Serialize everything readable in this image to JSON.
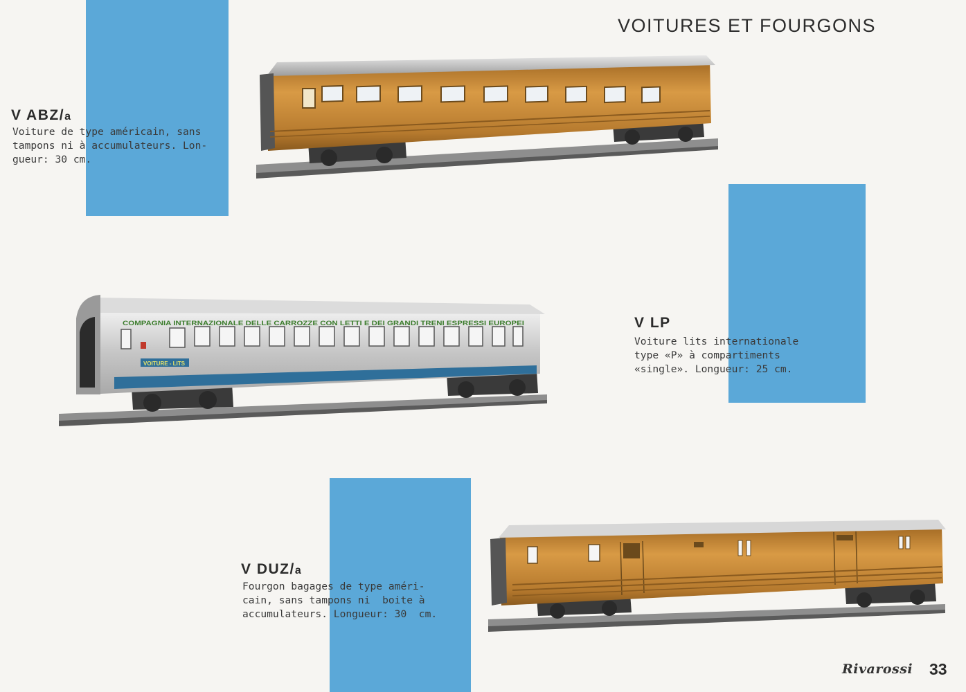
{
  "page": {
    "title": "VOITURES ET FOURGONS",
    "page_number": "33",
    "brand": "Rivarossi"
  },
  "colors": {
    "accent_blue": "#5ba8d8",
    "paper": "#f6f5f2",
    "wood_brown": "#c98a38",
    "silver": "#c8c8c8",
    "cil_blue": "#2f6f9a"
  },
  "products": [
    {
      "code": "V ABZ/",
      "code_suffix": "a",
      "description": "Voiture de type américain, sans\ntampons ni à accumulateurs. Lon-\ngueur: 30 cm."
    },
    {
      "code": "V LP",
      "code_suffix": "",
      "description": "Voiture lits internationale\ntype «P» à compartiments\n«single». Longueur: 25 cm.",
      "car_lettering": "COMPAGNIA INTERNAZIONALE DELLE CARROZZE CON LETTI E DEI GRANDI TRENI ESPRESSI EUROPEI",
      "car_badge": "VOITURE - LITS"
    },
    {
      "code": "V DUZ/",
      "code_suffix": "a",
      "description": "Fourgon bagages de type améri-\ncain, sans tampons ni  boite à\naccumulateurs. Longueur: 30  cm."
    }
  ]
}
